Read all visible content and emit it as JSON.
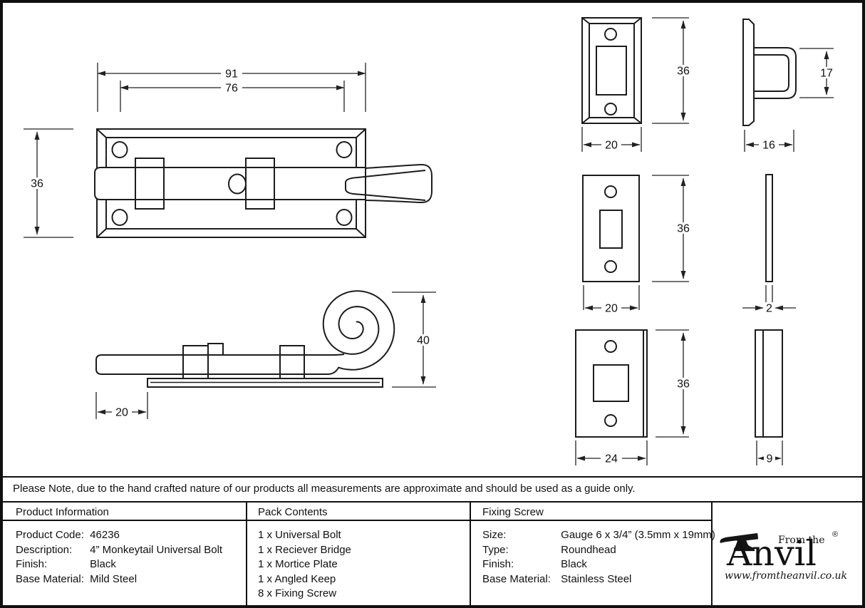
{
  "note": "Please Note, due to the hand crafted nature of our products all measurements are approximate and should be used as a guide only.",
  "dims": {
    "plan": {
      "overall_width": "91",
      "fixing_centres": "76",
      "height": "36"
    },
    "tail": {
      "curl_height": "40",
      "protrusion": "20"
    },
    "bridge": {
      "height": "36",
      "width": "20",
      "loop_height": "17",
      "depth": "16"
    },
    "mortice": {
      "height": "36",
      "width": "20",
      "thickness": "2"
    },
    "keep": {
      "height": "36",
      "width": "24",
      "depth": "9"
    }
  },
  "product_information": {
    "title": "Product Information",
    "rows": [
      {
        "label": "Product Code:",
        "value": "46236"
      },
      {
        "label": "Description:",
        "value": "4” Monkeytail Universal Bolt"
      },
      {
        "label": "Finish:",
        "value": "Black"
      },
      {
        "label": "Base Material:",
        "value": "Mild Steel"
      }
    ]
  },
  "pack_contents": {
    "title": "Pack Contents",
    "items": [
      "1 x Universal Bolt",
      "1 x Reciever Bridge",
      "1 x Mortice Plate",
      "1 x Angled Keep",
      "8 x Fixing Screw"
    ]
  },
  "fixing_screw": {
    "title": "Fixing Screw",
    "rows": [
      {
        "label": "Size:",
        "value": "Gauge 6 x 3/4” (3.5mm x 19mm)"
      },
      {
        "label": "Type:",
        "value": "Roundhead"
      },
      {
        "label": "Finish:",
        "value": "Black"
      },
      {
        "label": "Base Material:",
        "value": "Stainless Steel"
      }
    ]
  },
  "logo": {
    "tagline": "From the",
    "brand": "Anvil",
    "registered": "®",
    "website": "www.fromtheanvil.co.uk"
  }
}
